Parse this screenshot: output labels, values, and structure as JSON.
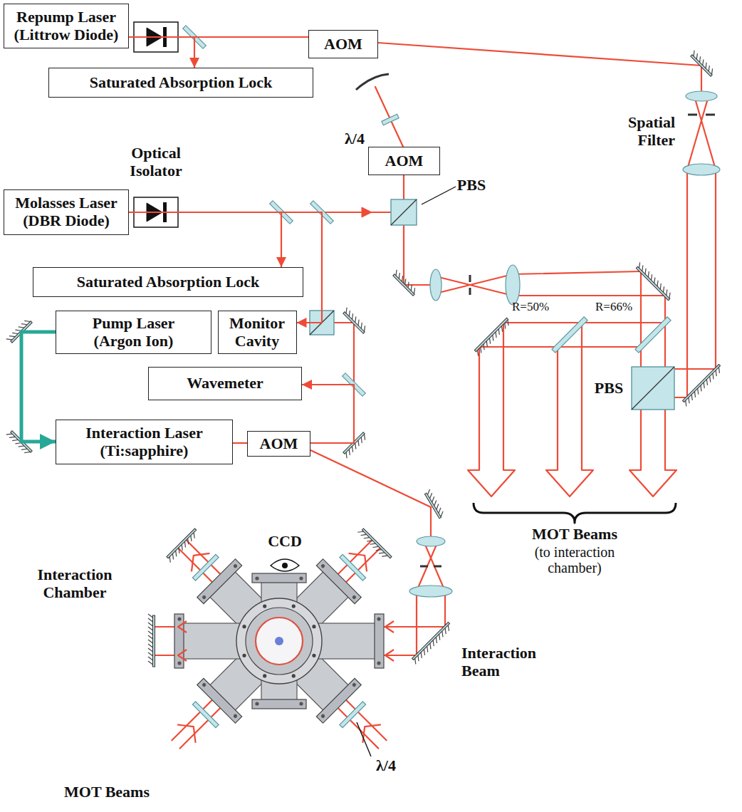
{
  "diagram": {
    "nodes": [
      {
        "text": [
          "Repump Laser (Littrow Diode)"
        ]
      },
      {
        "text": [
          "Saturated Absorption Lock"
        ]
      },
      {
        "text": [
          "AOM"
        ]
      },
      {
        "text": [
          "AOM"
        ]
      },
      {
        "text": [
          "Molasses Laser (DBR Diode)"
        ]
      },
      {
        "text": [
          "Saturated Absorption Lock"
        ]
      },
      {
        "text": [
          "Pump Laser (Argon Ion)"
        ]
      },
      {
        "text": [
          "Monitor Cavity"
        ]
      },
      {
        "text": [
          "Wavemeter"
        ]
      },
      {
        "text": [
          "Interaction Laser (Ti:sapphire)"
        ]
      },
      {
        "text": [
          "AOM"
        ]
      }
    ],
    "edges": [
      {
        "from": 0,
        "to": 2,
        "arrow": "none"
      },
      {
        "from": 0,
        "to": 1,
        "arrow": "to"
      },
      {
        "from": 4,
        "to": 5,
        "arrow": "to"
      },
      {
        "from": 4,
        "to": 7,
        "arrow": "to"
      },
      {
        "from": 6,
        "to": 9,
        "arrow": "to"
      },
      {
        "from": 9,
        "to": 10,
        "arrow": "none"
      },
      {
        "from": 10,
        "to": 8,
        "arrow": "to"
      }
    ],
    "labels": [
      "Optical Isolator",
      "λ/4",
      "PBS",
      "Spatial Filter",
      "R=50%",
      "R=66%",
      "PBS",
      "MOT Beams",
      "(to interaction chamber)",
      "CCD",
      "Interaction Chamber",
      "Interaction Beam",
      "λ/4",
      "MOT Beams"
    ]
  }
}
